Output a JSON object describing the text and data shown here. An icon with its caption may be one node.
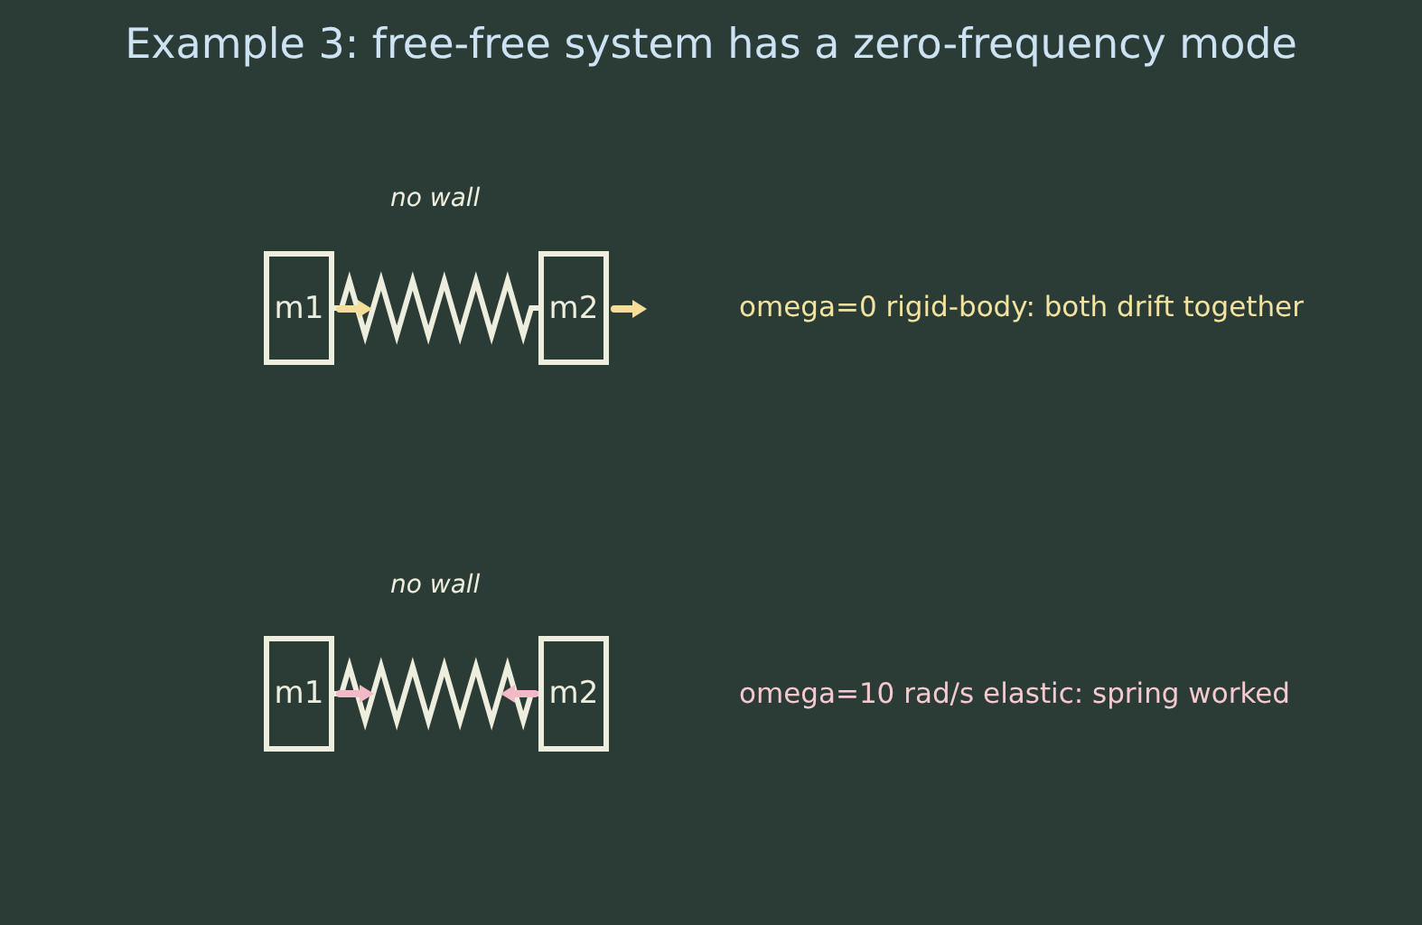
{
  "diagram": {
    "title": "Example 3: free-free system has a zero-frequency mode",
    "nodes": [
      {
        "text": [
          "m1"
        ]
      },
      {
        "text": [
          "m2"
        ]
      },
      {
        "text": [
          "m1"
        ]
      },
      {
        "text": [
          "m2"
        ]
      }
    ],
    "edges": [
      {
        "from": 0,
        "to": 1,
        "arrow": "none"
      },
      {
        "from": 2,
        "to": 3,
        "arrow": "none"
      }
    ],
    "labels": [
      "no wall",
      "omega=0 rigid-body: both drift together",
      "no wall",
      "omega=10 rad/s elastic: spring worked"
    ]
  }
}
